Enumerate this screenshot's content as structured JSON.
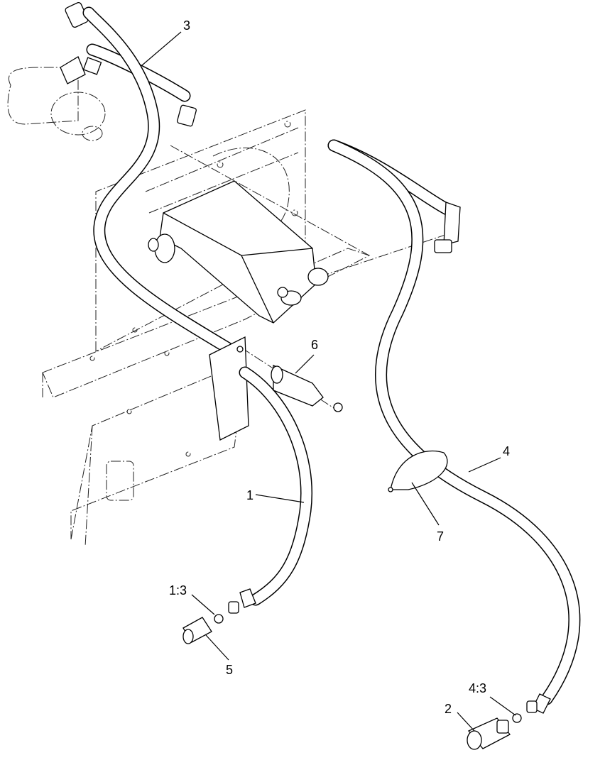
{
  "callouts": {
    "c1": "1",
    "c2": "2",
    "c3": "3",
    "c4": "4",
    "c5": "5",
    "c6": "6",
    "c7": "7",
    "c1_3": "1:3",
    "c4_3": "4:3"
  }
}
